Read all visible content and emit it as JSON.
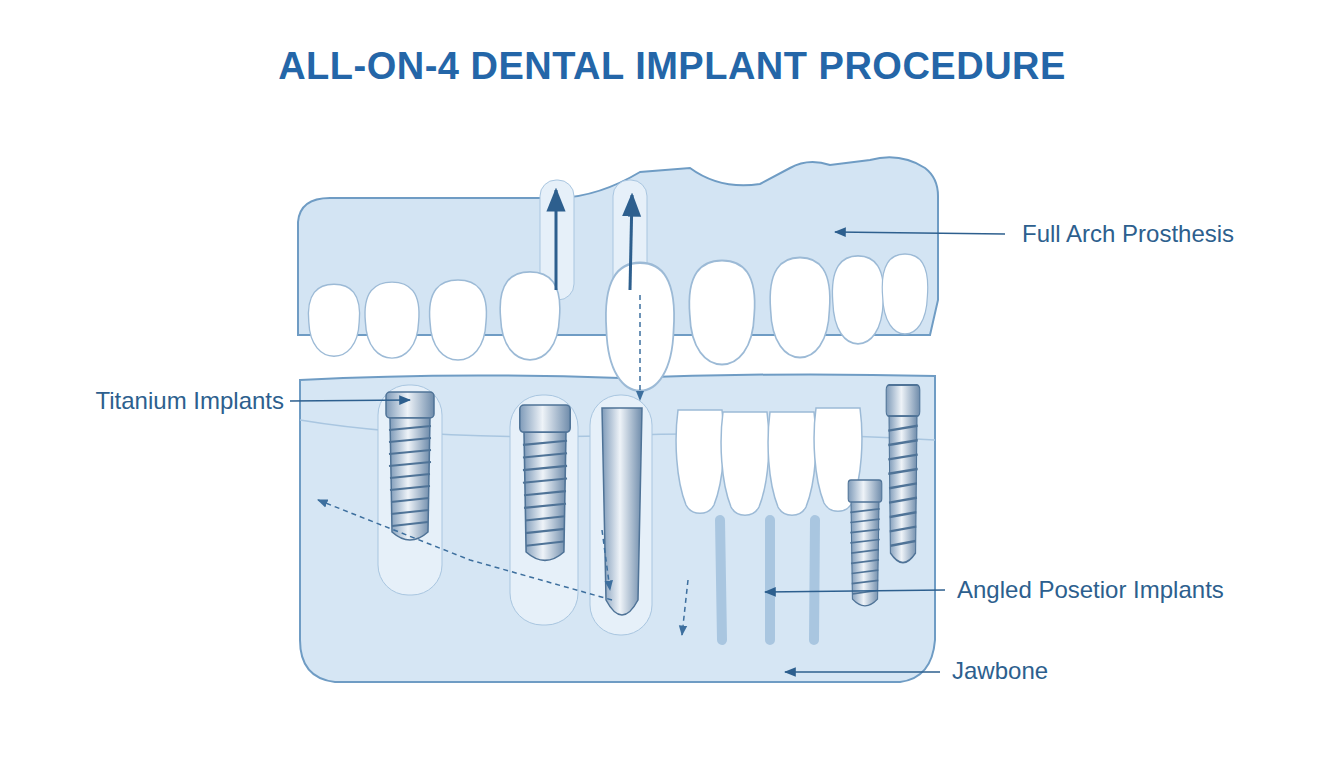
{
  "diagram": {
    "title": "ALL-ON-4 DENTAL IMPLANT PROCEDURE",
    "labels": [
      "Full Arch Prosthesis",
      "Titanium Implants",
      "Angled Posetior Implants",
      "Jawbone"
    ]
  }
}
